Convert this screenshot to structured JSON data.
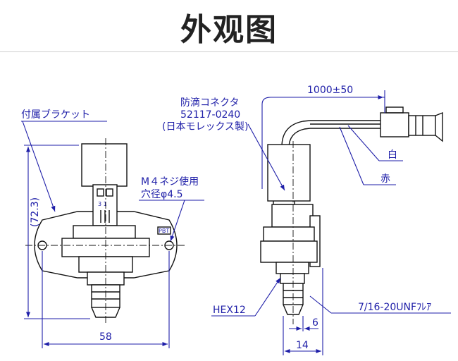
{
  "title": "外观图",
  "labels": {
    "bracket": "付属ブラケット",
    "connector_l1": "防滴コネクタ",
    "connector_l2": "52117-0240",
    "connector_l3": "(日本モレックス製)",
    "screw_l1": "M４ネジ使用",
    "screw_l2": "穴径φ4.5",
    "height": "(72.3)",
    "width": "58",
    "cable_length": "1000±50",
    "wire_white": "白",
    "wire_red": "赤",
    "hex": "HEX12",
    "thread": "7/16-20UNFﾌﾚｱ",
    "dim_6": "6",
    "dim_14": "14",
    "pin_marks": "3  1",
    "material_mark": "PBT"
  }
}
